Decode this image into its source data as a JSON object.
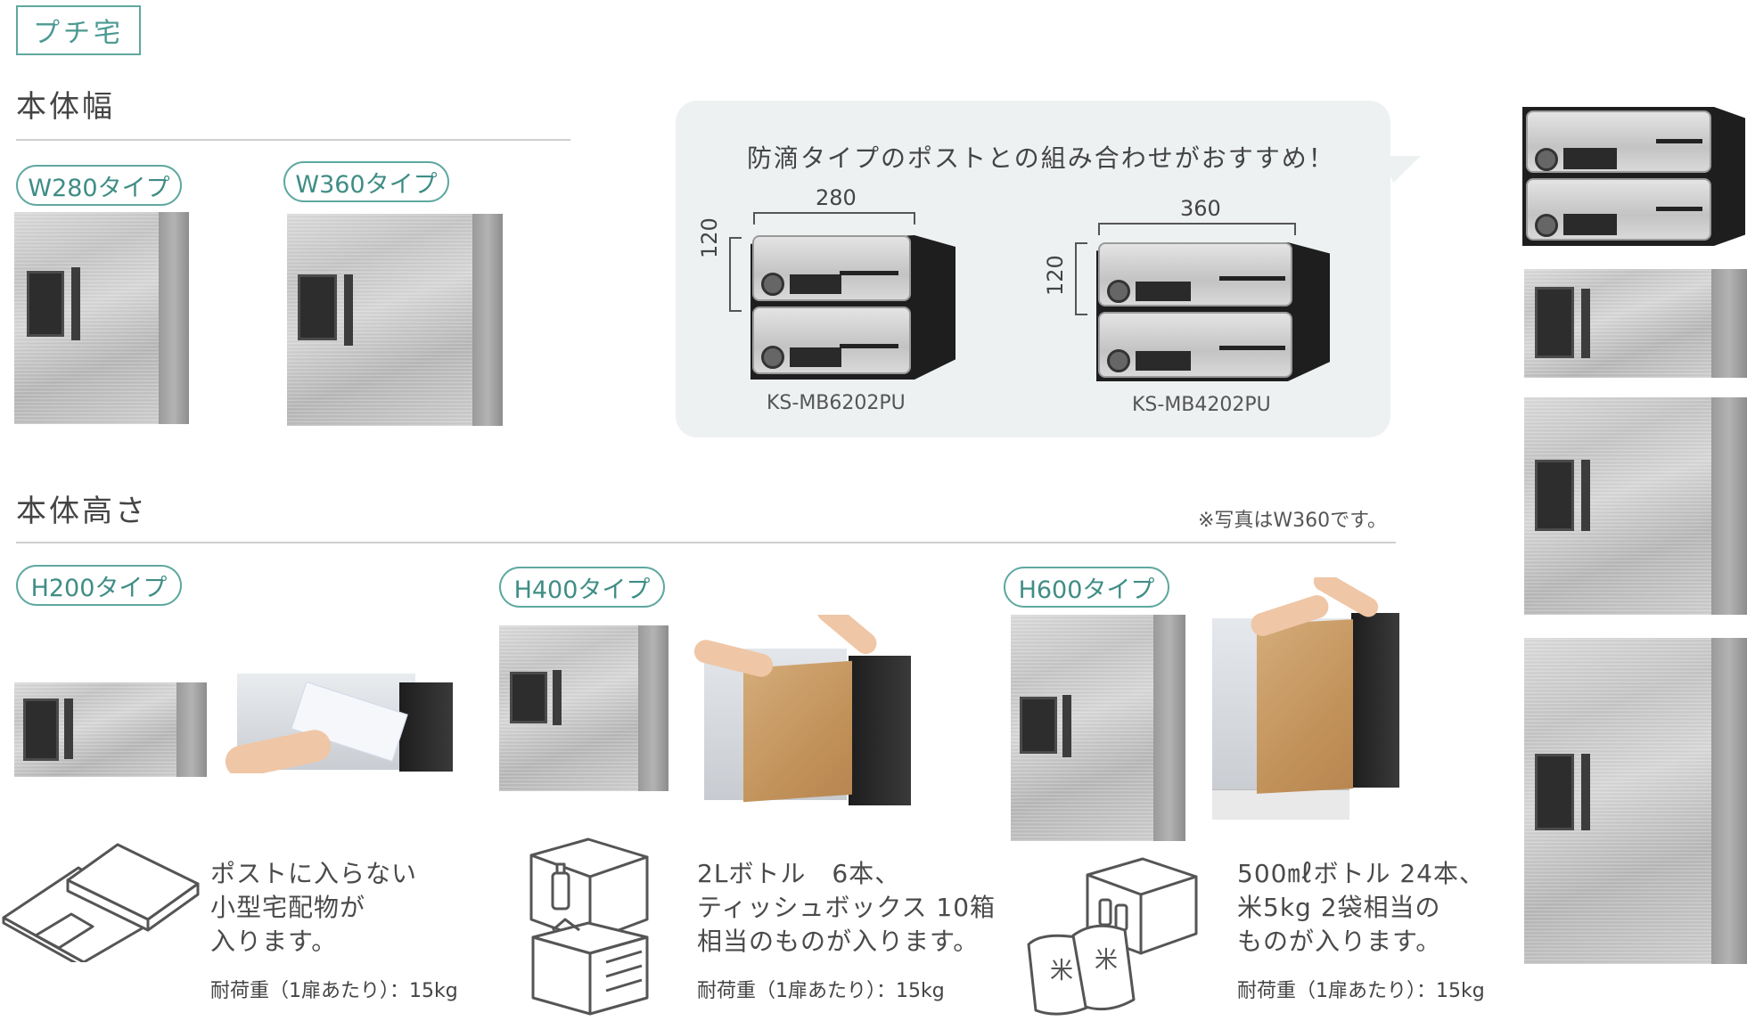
{
  "brand_tag": "プチ宅",
  "width_section": {
    "title": "本体幅",
    "types": [
      "W280タイプ",
      "W360タイプ"
    ]
  },
  "bubble": {
    "headline": "防滴タイプのポストとの組み合わせがおすすめ！",
    "units": [
      {
        "width_label": "280",
        "height_label": "120",
        "model": "KS-MB6202PU"
      },
      {
        "width_label": "360",
        "height_label": "120",
        "model": "KS-MB4202PU"
      }
    ]
  },
  "height_section": {
    "title": "本体高さ",
    "note": "※写真はW360です。",
    "types": [
      {
        "label": "H200タイプ",
        "desc": [
          "ポストに入らない",
          "小型宅配物が",
          "入ります。"
        ],
        "load": "耐荷重（1扉あたり）：15kg",
        "icon": "envelope-parcel-icon"
      },
      {
        "label": "H400タイプ",
        "desc": [
          "2Lボトル　6本、",
          "ティッシュボックス 10箱",
          "相当のものが入ります。"
        ],
        "load": "耐荷重（1扉あたり）：15kg",
        "icon": "bottle-tissue-box-icon"
      },
      {
        "label": "H600タイプ",
        "desc": [
          "500㎖ボトル 24本、",
          "米5kg 2袋相当の",
          "ものが入ります。"
        ],
        "load": "耐荷重（1扉あたり）：15kg",
        "icon": "rice-bag-bottle-box-icon"
      }
    ]
  }
}
